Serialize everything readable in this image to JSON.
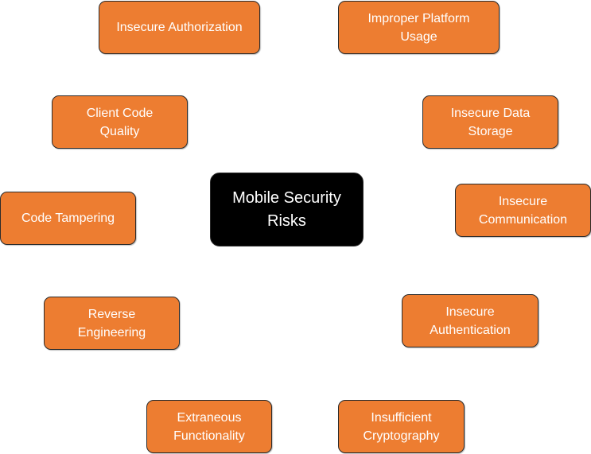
{
  "center": {
    "label": "Mobile Security Risks"
  },
  "risks": {
    "insecure_authorization": "Insecure Authorization",
    "improper_platform_usage": "Improper Platform Usage",
    "client_code_quality": "Client Code Quality",
    "insecure_data_storage": "Insecure Data Storage",
    "code_tampering": "Code Tampering",
    "insecure_communication": "Insecure Communication",
    "reverse_engineering": "Reverse Engineering",
    "insecure_authentication": "Insecure Authentication",
    "extraneous_functionality": "Extraneous Functionality",
    "insufficient_cryptography": "Insufficient Cryptography"
  },
  "colors": {
    "node_fill": "#ED7D31",
    "center_fill": "#000000",
    "text": "#FFFFFF"
  }
}
